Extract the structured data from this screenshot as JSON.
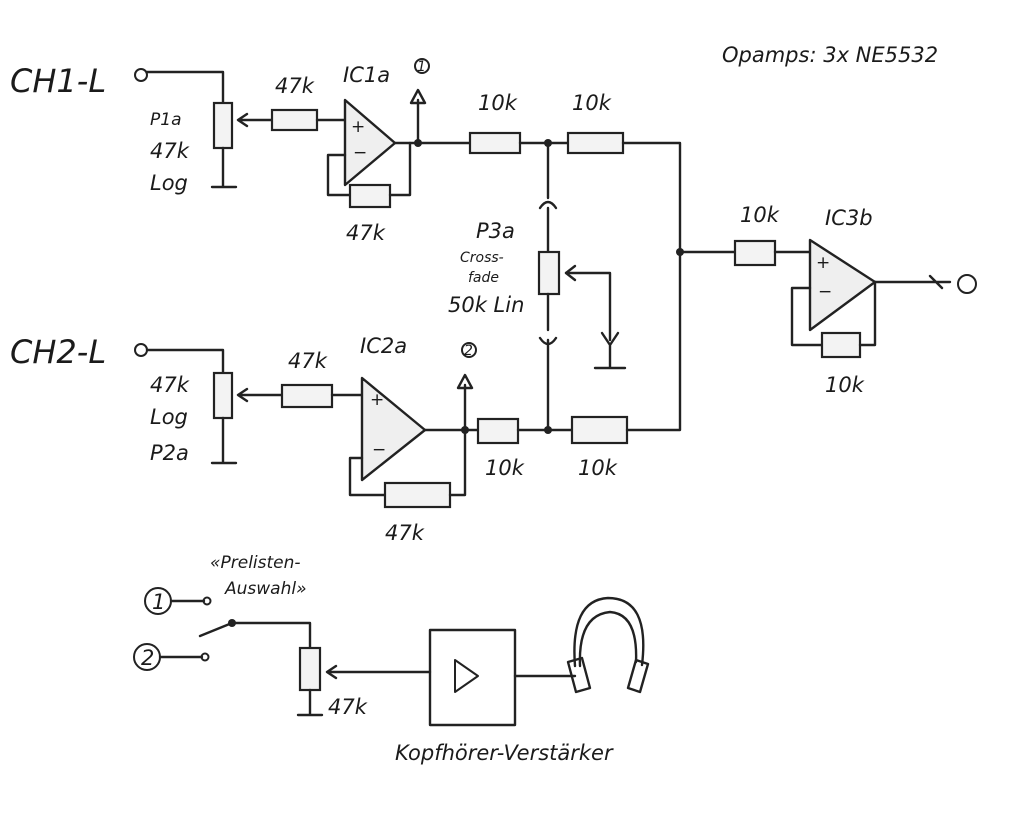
{
  "note": "Opamps: 3x NE5532",
  "inputs": {
    "ch1": "CH1-L",
    "ch2": "CH2-L"
  },
  "pots": {
    "p1": {
      "name": "P1a",
      "value": "47k",
      "taper": "Log"
    },
    "p2": {
      "name": "P2a",
      "value": "47k",
      "taper": "Log"
    },
    "p3": {
      "name": "P3a",
      "desc1": "Cross-",
      "desc2": "fade",
      "value": "50k Lin"
    },
    "vol": {
      "value": "47k"
    }
  },
  "resistors": {
    "r_in1": "47k",
    "r_fb1": "47k",
    "r_in2": "47k",
    "r_fb2": "47k",
    "r_top1": "10k",
    "r_top2": "10k",
    "r_bot1": "10k",
    "r_bot2": "10k",
    "r_in3": "10k",
    "r_fb3": "10k"
  },
  "ics": {
    "ic1": "IC1a",
    "ic2": "IC2a",
    "ic3": "IC3b"
  },
  "markers": {
    "m1": "1",
    "m2": "2"
  },
  "preview": {
    "title1": "«Prelisten-",
    "title2": "Auswahl»",
    "opt1": "1",
    "opt2": "2"
  },
  "headphone_amp_label": "Kopfhörer-Verstärker"
}
